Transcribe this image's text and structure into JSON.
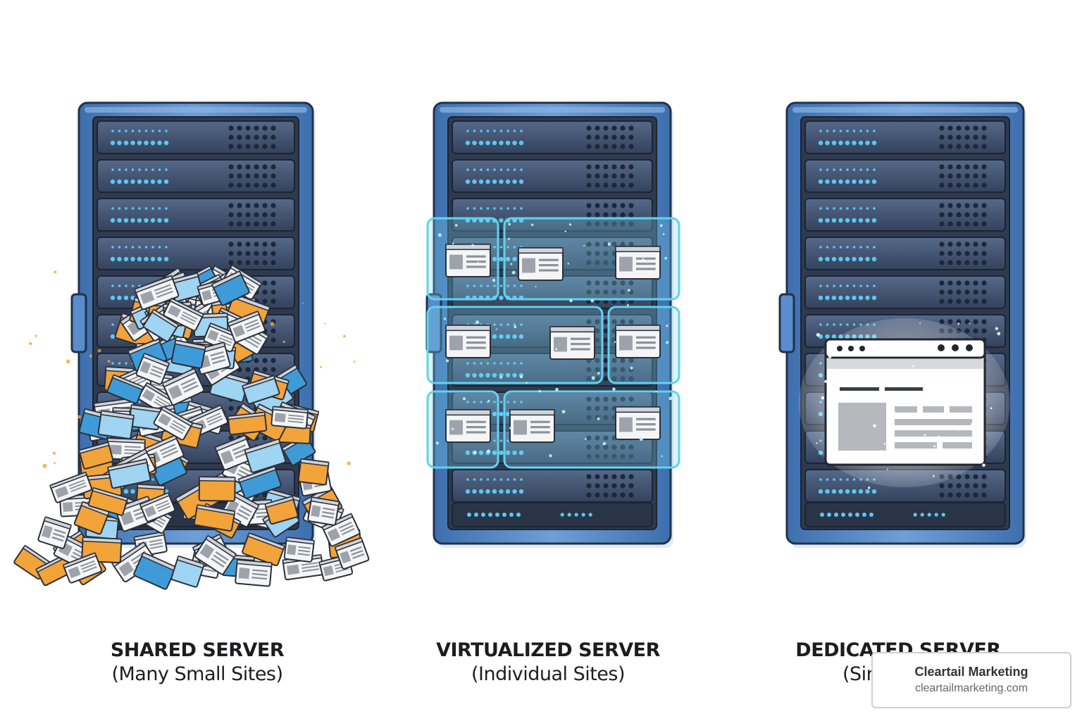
{
  "colors": {
    "rack_frame": "#4a7fc1",
    "rack_frame_light": "#8db4e2",
    "rack_dark": "#2f3a4e",
    "led": "#5cc8f0",
    "shared_orange": "#f2a33a",
    "shared_blue": "#3f9bd8",
    "virtual_glow": "#5fd4f0",
    "dedicated_glow": "#ffffff"
  },
  "servers": [
    {
      "key": "shared",
      "title": "SHARED SERVER",
      "subtitle": "(Many Small Sites)",
      "icon": "server-rack-icon"
    },
    {
      "key": "virtualized",
      "title": "VIRTUALIZED SERVER",
      "subtitle": "(Individual Sites)",
      "icon": "server-rack-icon"
    },
    {
      "key": "dedicated",
      "title": "DEDICATED SERVER",
      "subtitle": "(Single Site)",
      "icon": "server-rack-icon"
    }
  ],
  "watermark": {
    "name": "Cleartail Marketing",
    "url": "cleartailmarketing.com"
  }
}
